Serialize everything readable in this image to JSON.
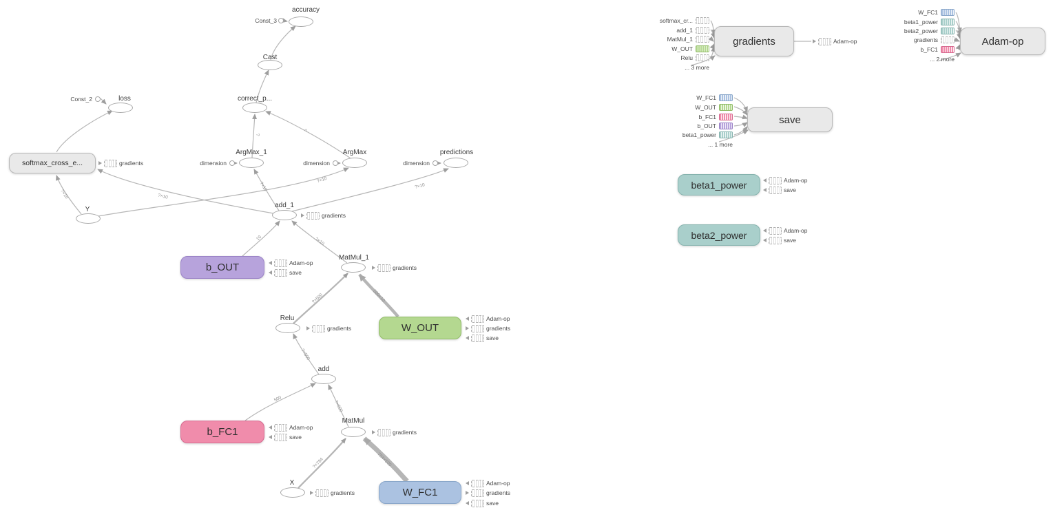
{
  "colors": {
    "gray_fill": "#e9e9e9",
    "gray_border": "#b8b8b8",
    "purple_fill": "#b7a3dc",
    "pink_fill": "#f08cab",
    "green_fill": "#b4d890",
    "blue_fill": "#abc2e1",
    "teal_fill": "#a9cfcb",
    "edge": "#b6b6b6"
  },
  "nodes": {
    "accuracy": "accuracy",
    "const_3": "Const_3",
    "cast": "Cast",
    "loss": "loss",
    "const_2": "Const_2",
    "correct_prediction": "correct_p...",
    "argmax_1": "ArgMax_1",
    "argmax": "ArgMax",
    "predictions": "predictions",
    "dimension": "dimension",
    "softmax": "softmax_cross_e...",
    "y": "Y",
    "add_1": "add_1",
    "b_out": "b_OUT",
    "matmul_1": "MatMul_1",
    "relu": "Relu",
    "w_out": "W_OUT",
    "add": "add",
    "b_fc1": "b_FC1",
    "matmul": "MatMul",
    "x": "X",
    "w_fc1": "W_FC1"
  },
  "refs": {
    "gradients": "gradients",
    "adam": "Adam-op",
    "save": "save"
  },
  "edge_labels": {
    "qx10": "?×10",
    "n10": "10",
    "qx500": "?×500",
    "n500x10": "500×10",
    "n500": "500",
    "qx784": "?×784",
    "n784x500": "784×500",
    "q": "?"
  },
  "aux": {
    "gradients": {
      "label": "gradients",
      "inputs": [
        "softmax_cr...",
        "add_1",
        "MatMul_1",
        "W_OUT",
        "Relu",
        "... 3 more"
      ],
      "output": "Adam-op"
    },
    "adam": {
      "label": "Adam-op",
      "inputs": [
        "W_FC1",
        "beta1_power",
        "beta2_power",
        "gradients",
        "b_FC1",
        "... 2 more"
      ]
    },
    "save": {
      "label": "save",
      "inputs": [
        "W_FC1",
        "W_OUT",
        "b_FC1",
        "b_OUT",
        "beta1_power",
        "... 1 more"
      ]
    },
    "beta1_power": {
      "label": "beta1_power",
      "refs": [
        "Adam-op",
        "save"
      ]
    },
    "beta2_power": {
      "label": "beta2_power",
      "refs": [
        "Adam-op",
        "save"
      ]
    }
  }
}
